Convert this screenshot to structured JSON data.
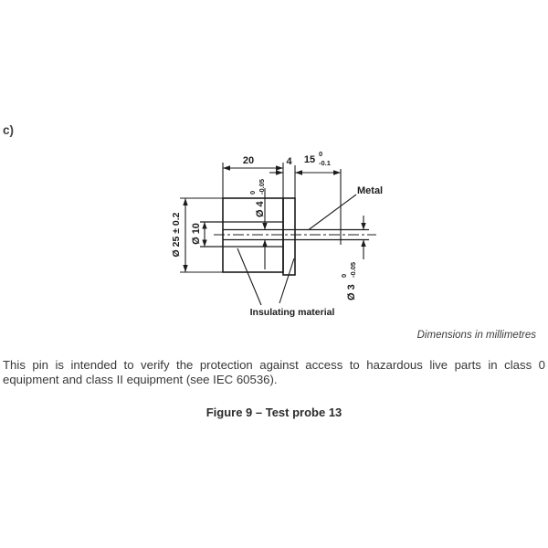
{
  "page": {
    "item_marker": "c)",
    "note_dimensions": "Dimensions in millimetres",
    "paragraph_lines": [
      "This pin is intended to verify the protection against access to hazardous live parts in class 0",
      "equipment and class II equipment (see IEC 60536)."
    ],
    "caption": "Figure 9 – Test probe 13"
  },
  "figure": {
    "labels": {
      "metal": "Metal",
      "insulating": "Insulating material"
    },
    "dimensions": {
      "body_width": "20",
      "flange_width": "4",
      "pin_length": {
        "value": "15",
        "tol_upper": "0",
        "tol_lower": "-0.1"
      },
      "hole_dia": {
        "value": "Ø 4",
        "tol_upper": "0",
        "tol_lower": "-0.05"
      },
      "pin_dia": {
        "value": "Ø 3",
        "tol_upper": "0",
        "tol_lower": "-0.05"
      },
      "body_dia": "Ø 25 ± 0.2",
      "inner_dia": "Ø 10"
    },
    "colors": {
      "ink": "#1c1c1c",
      "text": "#3b3b3b"
    }
  }
}
